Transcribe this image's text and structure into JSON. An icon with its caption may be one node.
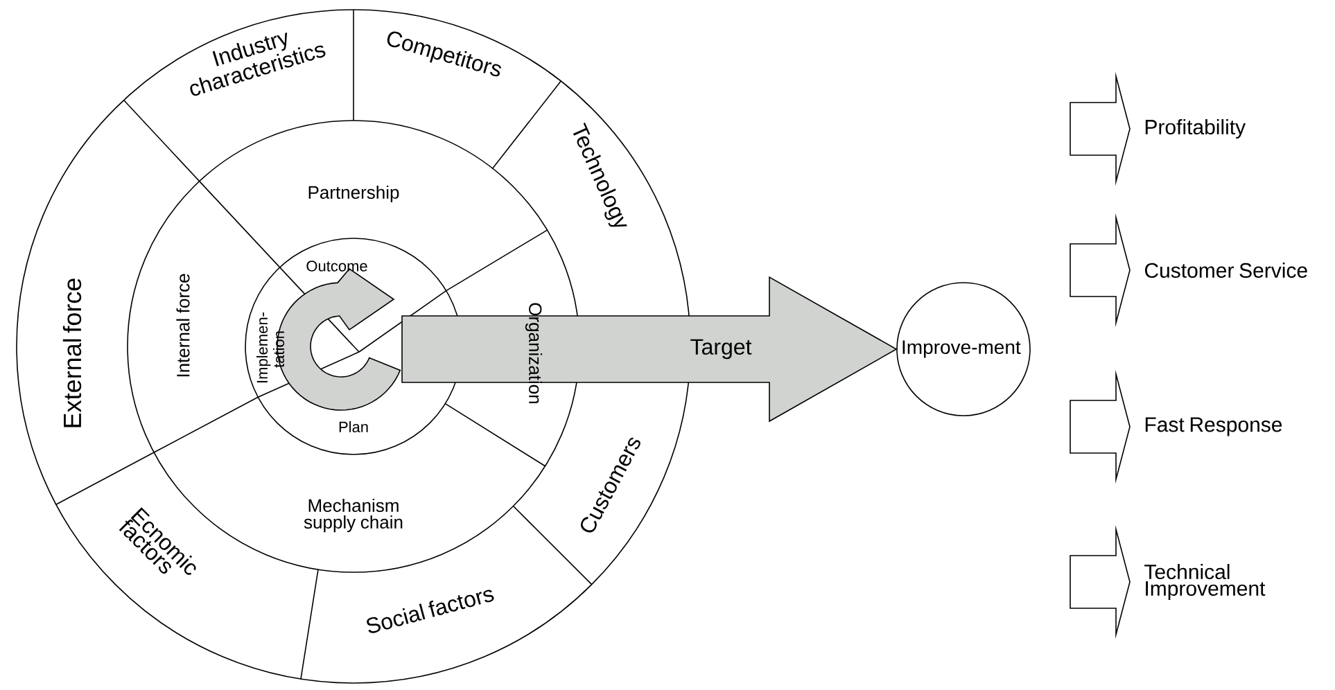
{
  "diagram": {
    "nodes": [
      {
        "text": [
          "External force"
        ]
      },
      {
        "text": [
          "Industry characteristics"
        ]
      },
      {
        "text": [
          "Competitors"
        ]
      },
      {
        "text": [
          "Technology"
        ]
      },
      {
        "text": [
          "Customers"
        ]
      },
      {
        "text": [
          "Social factors"
        ]
      },
      {
        "text": [
          "Ecnomic factors"
        ]
      },
      {
        "text": [
          "Partnership"
        ]
      },
      {
        "text": [
          "Organization"
        ]
      },
      {
        "text": [
          "Mechanism supply chain"
        ]
      },
      {
        "text": [
          "Internal force"
        ]
      },
      {
        "text": [
          "Outcome"
        ]
      },
      {
        "text": [
          "Implemen-tation"
        ]
      },
      {
        "text": [
          "Plan"
        ]
      },
      {
        "text": [
          "Improve-ment"
        ]
      },
      {
        "text": [],
        "shape": "arrow",
        "beside": [
          "Profitability"
        ]
      },
      {
        "text": [],
        "shape": "arrow",
        "beside": [
          "Customer Service"
        ]
      },
      {
        "text": [],
        "shape": "arrow",
        "beside": [
          "Fast Response"
        ]
      },
      {
        "text": [],
        "shape": "arrow",
        "beside": [
          "Technical Improvement"
        ]
      }
    ],
    "edges": [
      {
        "from": null,
        "to": 14,
        "arrow": "to",
        "label": "Target"
      }
    ]
  }
}
